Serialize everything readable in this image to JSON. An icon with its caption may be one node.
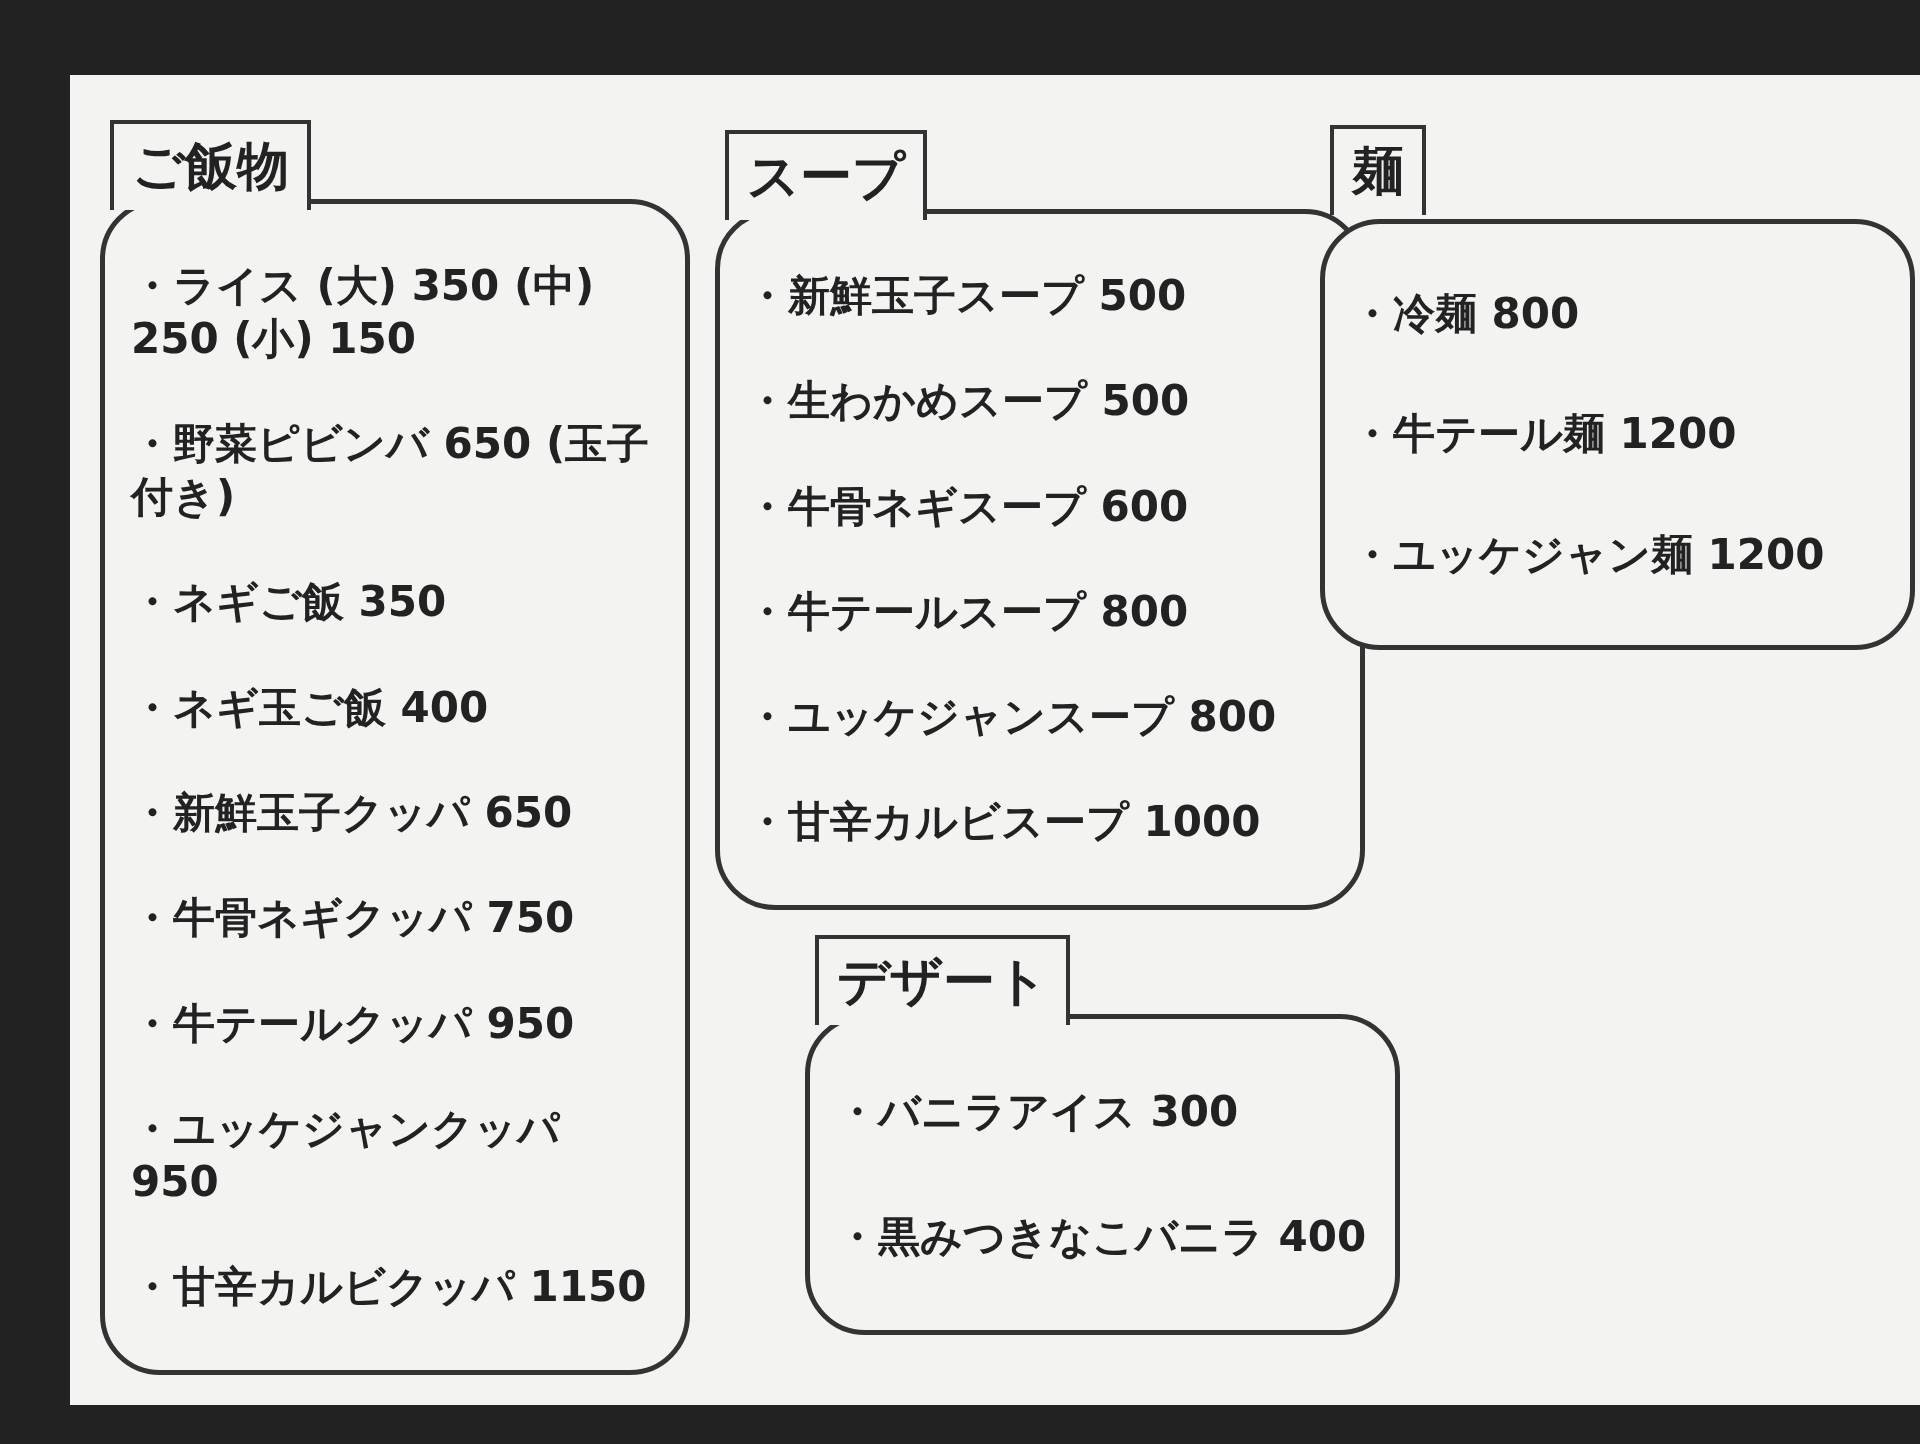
{
  "diagram": {
    "nodes": [
      {
        "text": [
          "ご飯物",
          "・ライス (大) 350 (中) 250 (小) 150",
          "・野菜ピビンバ 650 (玉子付き)",
          "・ネギご飯 350",
          "・ネギ玉ご飯 400",
          "・新鮮玉子クッパ 650",
          "・牛骨ネギクッパ 750",
          "・牛テールクッパ 950",
          "・ユッケジャンクッパ 950",
          "・甘辛カルビクッパ 1150"
        ]
      },
      {
        "text": [
          "スープ",
          "・新鮮玉子スープ 500",
          "・生わかめスープ 500",
          "・牛骨ネギスープ 600",
          "・牛テールスープ 800",
          "・ユッケジャンスープ 800",
          "・甘辛カルビスープ 1000"
        ]
      },
      {
        "text": [
          "麺",
          "・冷麺 800",
          "・牛テール麺 1200",
          "・ユッケジャン麺 1200"
        ]
      },
      {
        "text": [
          "デザート",
          "・バニラアイス 300",
          "・黒みつきなこバニラ 400"
        ]
      }
    ]
  }
}
